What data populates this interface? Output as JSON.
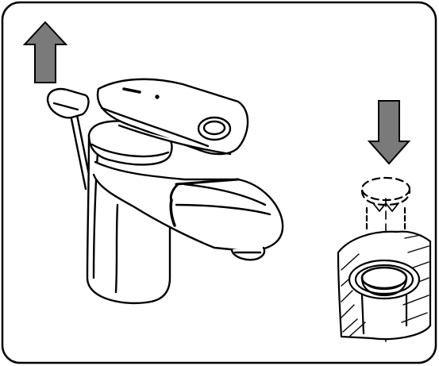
{
  "figure": {
    "frame": "rounded-border",
    "icons": {
      "lift_arrow": "arrow-up-icon",
      "press_arrow": "arrow-down-icon",
      "faucet": "basin-mixer-tap-icon",
      "lift_rod": "pop-up-lift-rod-icon",
      "drain": "pop-up-waste-drain-icon"
    },
    "colors": {
      "line": "#000000",
      "arrow_fill": "#7a7a7a",
      "background": "#ffffff"
    },
    "steps": [
      {
        "action": "lift",
        "direction": "up"
      },
      {
        "action": "press",
        "direction": "down"
      }
    ]
  }
}
